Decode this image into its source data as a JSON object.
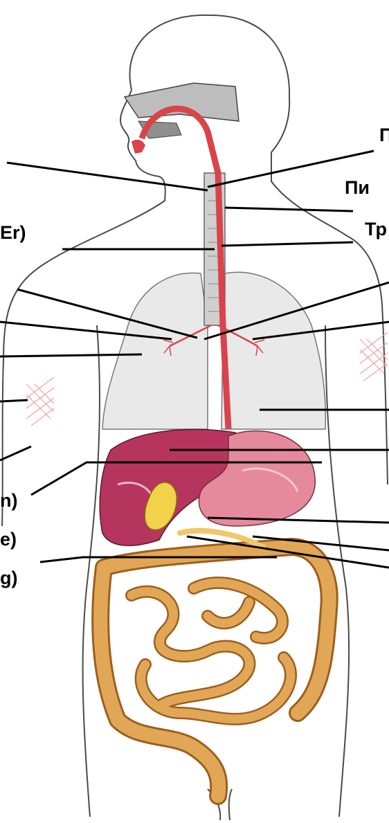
{
  "labels": {
    "top_right_fragment": "П",
    "pharynx_fragment": "Пи",
    "trachea_fragment": "Тр",
    "left_er": "Er)",
    "left_n": "n)",
    "left_e": "e)",
    "left_g": "g)"
  },
  "colors": {
    "outline": "#4a4a4a",
    "leader": "#000000",
    "esophagus": "#d9434a",
    "liver": "#b5355e",
    "stomach": "#e48a9c",
    "intestine": "#e2a756",
    "intestine_shadow": "#9c5f1e",
    "gallbladder": "#f2d24a",
    "lung": "#e9e9ea",
    "airway": "#cfcfcf"
  }
}
